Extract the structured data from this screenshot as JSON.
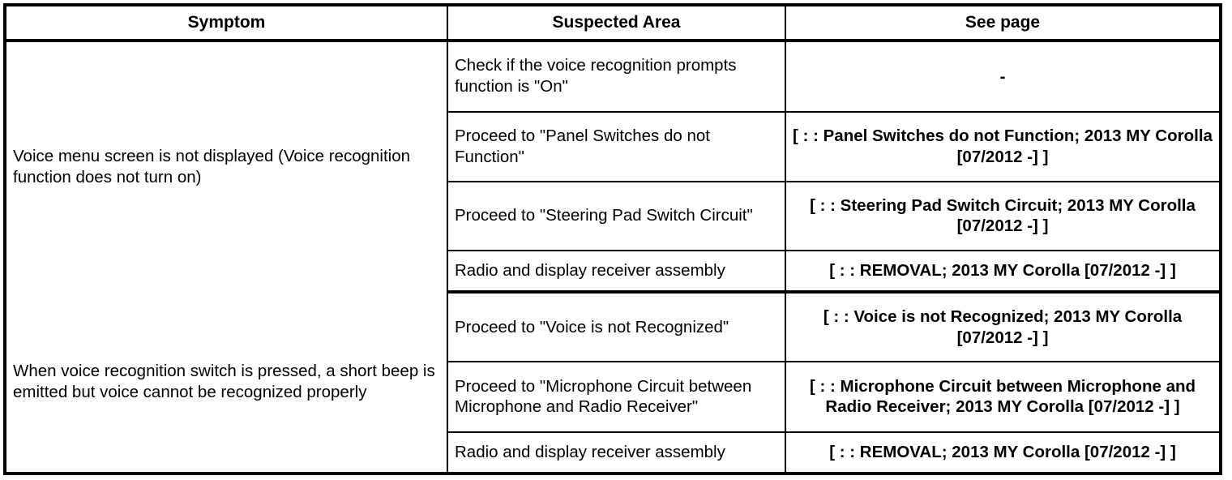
{
  "table": {
    "headers": {
      "symptom": "Symptom",
      "suspected_area": "Suspected Area",
      "see_page": "See page"
    },
    "groups": [
      {
        "symptom": "Voice menu screen is not displayed (Voice recognition function does not turn on)",
        "rows": [
          {
            "suspected_area": "Check if the voice recognition prompts function is \"On\"",
            "see_page": "-"
          },
          {
            "suspected_area": "Proceed to \"Panel Switches do not Function\"",
            "see_page": "[ : : Panel Switches do not Function; 2013 MY Corolla [07/2012 -] ]"
          },
          {
            "suspected_area": "Proceed to \"Steering Pad Switch Circuit\"",
            "see_page": "[ : : Steering Pad Switch Circuit; 2013 MY Corolla [07/2012 -] ]"
          },
          {
            "suspected_area": "Radio and display receiver assembly",
            "see_page": "[ : : REMOVAL; 2013 MY Corolla [07/2012 -] ]"
          }
        ]
      },
      {
        "symptom": "When voice recognition switch is pressed, a short beep is emitted but voice cannot be recognized properly",
        "rows": [
          {
            "suspected_area": "Proceed to \"Voice is not Recognized\"",
            "see_page": "[ : : Voice is not Recognized; 2013 MY Corolla [07/2012 -] ]"
          },
          {
            "suspected_area": "Proceed to \"Microphone Circuit between Microphone and Radio Receiver\"",
            "see_page": "[ : : Microphone Circuit between Microphone and Radio Receiver; 2013 MY Corolla [07/2012 -] ]"
          },
          {
            "suspected_area": "Radio and display receiver assembly",
            "see_page": "[ : : REMOVAL; 2013 MY Corolla [07/2012 -] ]"
          }
        ]
      }
    ]
  },
  "colors": {
    "border": "#000000",
    "background": "#ffffff",
    "text": "#000000"
  }
}
